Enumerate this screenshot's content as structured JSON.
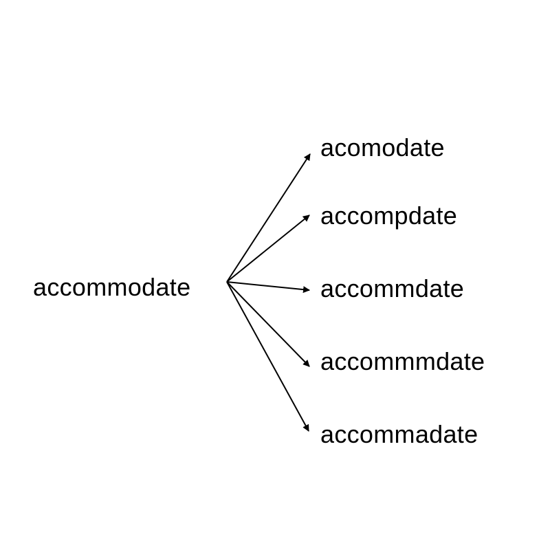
{
  "source": "accommodate",
  "targets": [
    "acomodate",
    "accompdate",
    "accommdate",
    "accommmdate",
    "accommadate"
  ],
  "colors": {
    "text": "#000000",
    "arrow": "#000000",
    "background": "#ffffff"
  }
}
